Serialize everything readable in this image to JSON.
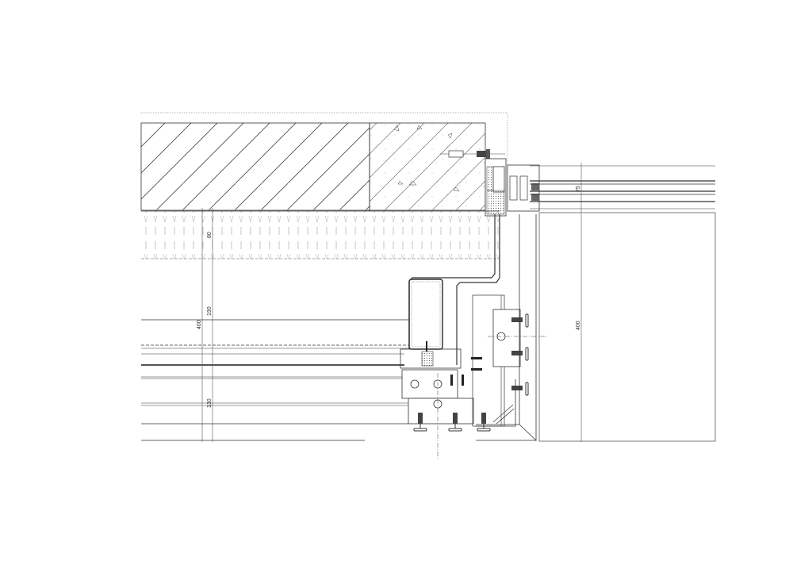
{
  "drawing": {
    "type": "architectural-section-detail",
    "subject": "curtain wall / facade connection at slab edge",
    "line_color": "#333333",
    "hatch_color": "#555555",
    "background": "#ffffff"
  },
  "dimensions": {
    "left_outer": "400",
    "left_insulation": "80",
    "left_middle": "190",
    "left_lower": "130",
    "right_glazing": "75",
    "right_height": "400"
  },
  "elements": {
    "slab": "concrete slab (diagonal hatch)",
    "edge_beam": "reinforced concrete edge (hatch + aggregate)",
    "insulation": "mineral wool insulation layer",
    "glazing": "double glazing unit",
    "bracket": "steel bracket assembly with bolts"
  }
}
